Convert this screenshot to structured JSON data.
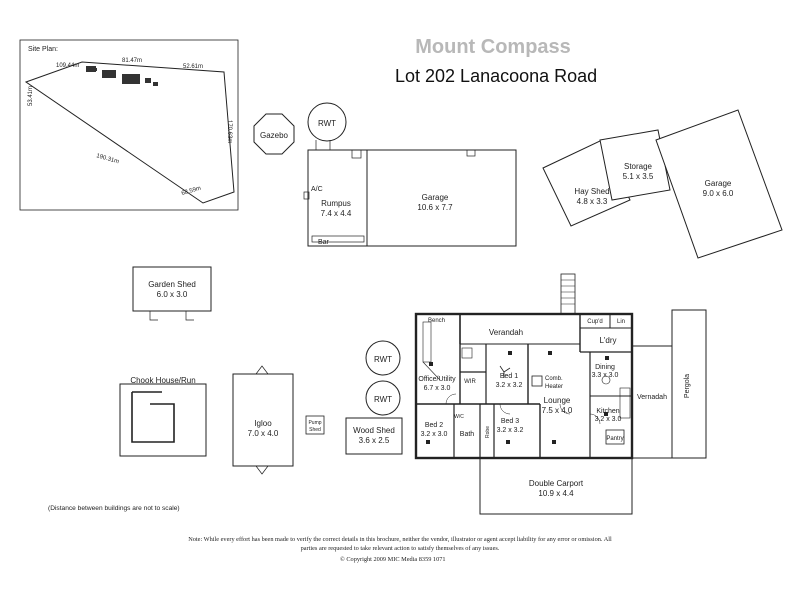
{
  "header": {
    "brand": "Mount Compass",
    "address": "Lot 202 Lanacoona Road"
  },
  "site_plan": {
    "title": "Site Plan:",
    "dimensions": [
      "109.44m",
      "81.47m",
      "52.61m",
      "53.41m",
      "170.63m",
      "190.31m",
      "68.59m"
    ]
  },
  "rooms": {
    "gazebo": "Gazebo",
    "rwt": "RWT",
    "rumpus": {
      "name": "Rumpus",
      "size": "7.4 x 4.4"
    },
    "ac": "A/C",
    "bar": "Bar",
    "garage_main": {
      "name": "Garage",
      "size": "10.6 x 7.7"
    },
    "storage": {
      "name": "Storage",
      "size": "5.1 x 3.5"
    },
    "hay_shed": {
      "name": "Hay Shed",
      "size": "4.8 x 3.3"
    },
    "garage_right": {
      "name": "Garage",
      "size": "9.0 x 6.0"
    },
    "garden_shed": {
      "name": "Garden Shed",
      "size": "6.0 x 3.0"
    },
    "chook_house": "Chook House/Run",
    "igloo": {
      "name": "Igloo",
      "size": "7.0 x 4.0"
    },
    "pump_shed": [
      "Pump",
      "Shed"
    ],
    "wood_shed": {
      "name": "Wood Shed",
      "size": "3.6 x 2.5"
    },
    "bench": "Bench",
    "verandah_top": "Verandah",
    "cupd": "Cup'd",
    "lin": "Lin",
    "ldry": "L'dry",
    "office": {
      "name": "Office/Utility",
      "size": "6.7 x 3.0"
    },
    "wir": "WIR",
    "bed1": {
      "name": "Bed 1",
      "size": "3.2 x 3.2"
    },
    "comb_heater": [
      "Comb.",
      "Heater"
    ],
    "dining": {
      "name": "Dining",
      "size": "3.3 x 3.0"
    },
    "lounge": {
      "name": "Lounge",
      "size": "7.5 x 4.0"
    },
    "kitchen": {
      "name": "Kitchen",
      "size": "3.2 x 3.0"
    },
    "vernadah": "Vernadah",
    "pergola": "Pergola",
    "pantry": "Pantry",
    "bed2": {
      "name": "Bed 2",
      "size": "3.2 x 3.0"
    },
    "bed3": {
      "name": "Bed 3",
      "size": "3.2 x 3.2"
    },
    "bath": "Bath",
    "robe": "Robe",
    "wc": "W/C",
    "double_carport": {
      "name": "Double Carport",
      "size": "10.9 x 4.4"
    }
  },
  "footer": {
    "distance_note": "(Distance between buildings are not to scale)",
    "disclaimer": "Note:  While every effort has been made to verify the correct details in this brochure, neither the vendor, illustrator or agent accept liability for any error or omission.  All parties are requested to take relevant  action to satisfy themselves of any issues.",
    "copyright": "© Copyright 2009 MIC Media 8359 1071"
  },
  "colors": {
    "line": "#222222",
    "brand_grey": "#b8b8b8"
  }
}
